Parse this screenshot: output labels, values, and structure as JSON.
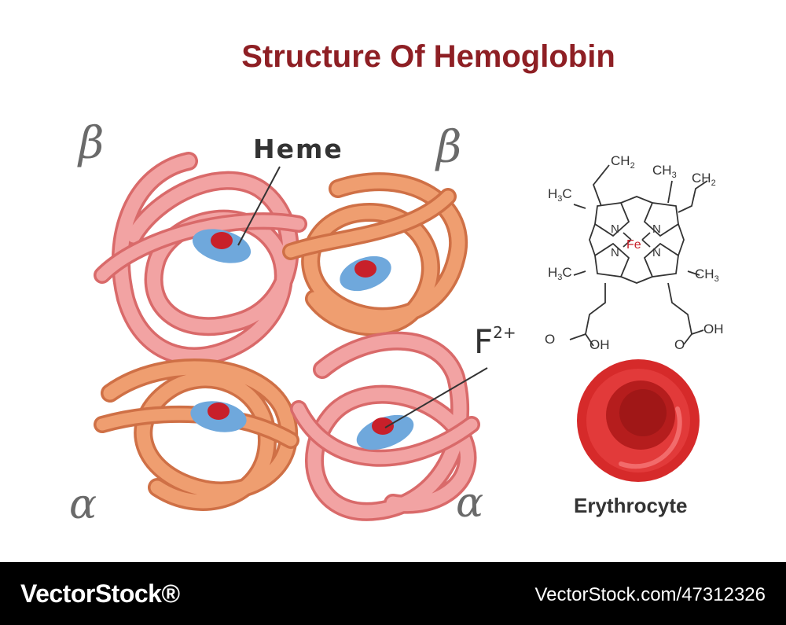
{
  "title": "Structure Of Hemoglobin",
  "labels": {
    "heme": "Heme",
    "iron_base": "F",
    "iron_charge": "2+",
    "erythrocyte": "Erythrocyte"
  },
  "subunits": {
    "beta_symbol": "β",
    "alpha_symbol": "α"
  },
  "molecule": {
    "center": "Fe",
    "nitrogen": "N",
    "ch2": "CH",
    "ch3": "CH",
    "h3c": "H",
    "oh": "OH",
    "o": "O",
    "sub2": "2",
    "sub3": "3",
    "c": "C"
  },
  "colors": {
    "title": "#8e1f24",
    "chain_pink": "#ef8f8f",
    "chain_orange": "#ec9566",
    "heme_disc": "#6fa8dc",
    "iron": "#c8202a",
    "rbc": "#d62a2a"
  },
  "footer": {
    "logo": "VectorStock®",
    "url": "VectorStock.com/47312326"
  }
}
